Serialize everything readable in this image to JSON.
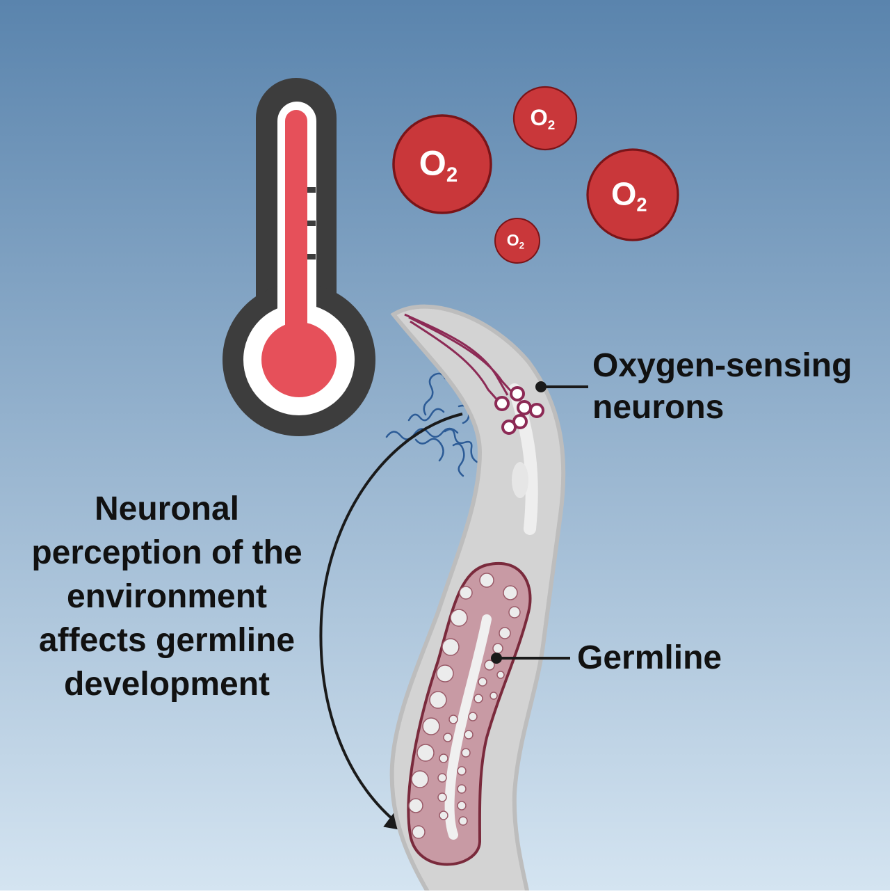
{
  "colors": {
    "background_top": "#5a84ad",
    "background_bottom": "#d4e4f1",
    "oxygen_fill": "#c9373a",
    "thermometer_red": "#e6505a",
    "worm_body": "#d3d3d3",
    "germline": "#9a5a68",
    "neuron": "#8c2a55",
    "rna": "#2c5b96"
  },
  "oxygen": {
    "symbol": "O",
    "subscript": "2"
  },
  "caption": {
    "lines": [
      "Neuronal",
      "perception of the",
      "environment",
      "affects germline",
      "development"
    ]
  },
  "labels": {
    "oxygen_neurons": [
      "Oxygen-sensing",
      "neurons"
    ],
    "germline": "Germline"
  },
  "icons": [
    "thermometer-icon",
    "oxygen-molecule-icon",
    "worm-icon",
    "rna-strand-icon",
    "curved-arrow-icon"
  ]
}
